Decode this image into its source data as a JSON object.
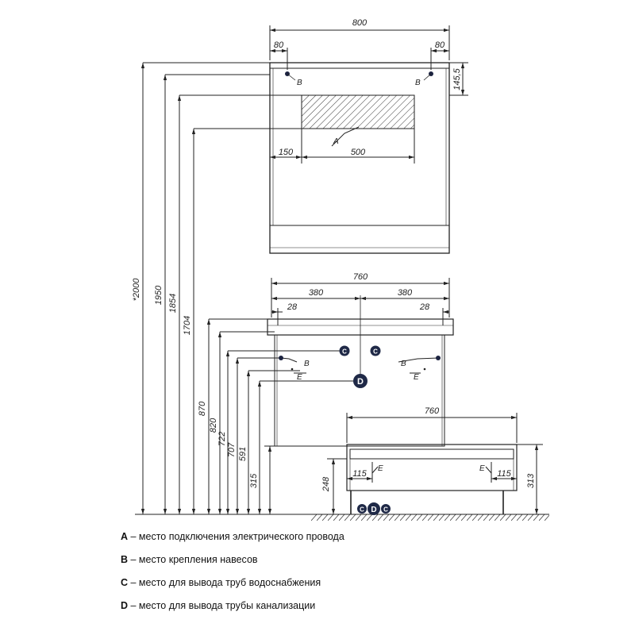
{
  "dimensions": {
    "mirror_width": "800",
    "mirror_side_left": "80",
    "mirror_side_right": "80",
    "mirror_top_offset": "145,5",
    "socket_offset": "150",
    "socket_width": "500",
    "sink_width": "760",
    "sink_half_left": "380",
    "sink_half_right": "380",
    "sink_edge_left": "28",
    "sink_edge_right": "28",
    "base_width": "760",
    "base_side_left": "115",
    "base_side_right": "115",
    "base_height_left": "248",
    "base_height_right": "313",
    "h_total": "*2000",
    "h_1950": "1950",
    "h_1854": "1854",
    "h_1704": "1704",
    "h_870": "870",
    "h_820": "820",
    "h_722": "722",
    "h_707": "707",
    "h_591": "591",
    "h_315": "315"
  },
  "markers": {
    "a": "A",
    "b": "B",
    "c": "C",
    "d": "D",
    "e": "E"
  },
  "legend": [
    {
      "letter": "A",
      "text": " – место подключения электрического провода"
    },
    {
      "letter": "B",
      "text": " – место крепления навесов"
    },
    {
      "letter": "C",
      "text": " – место для вывода труб водоснабжения"
    },
    {
      "letter": "D",
      "text": " – место для вывода трубы канализации"
    }
  ]
}
